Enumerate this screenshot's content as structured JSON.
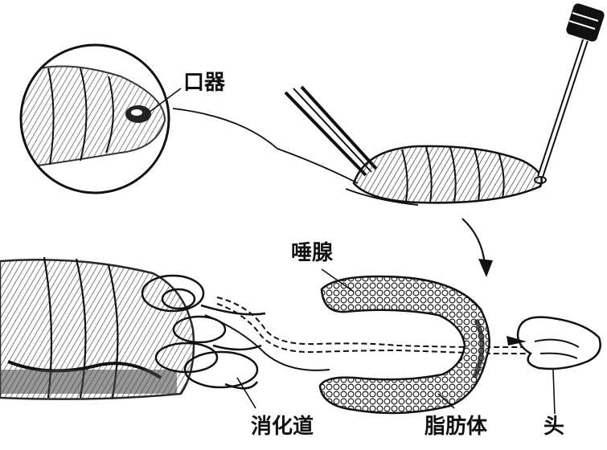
{
  "labels": {
    "mouthparts": "口器",
    "salivary_gland": "唾腺",
    "digestive_tract": "消化道",
    "fat_body": "脂肪体",
    "head": "头"
  },
  "colors": {
    "ink": "#111111",
    "paper": "#ffffff",
    "gland_fill": "#3a3a3a"
  }
}
